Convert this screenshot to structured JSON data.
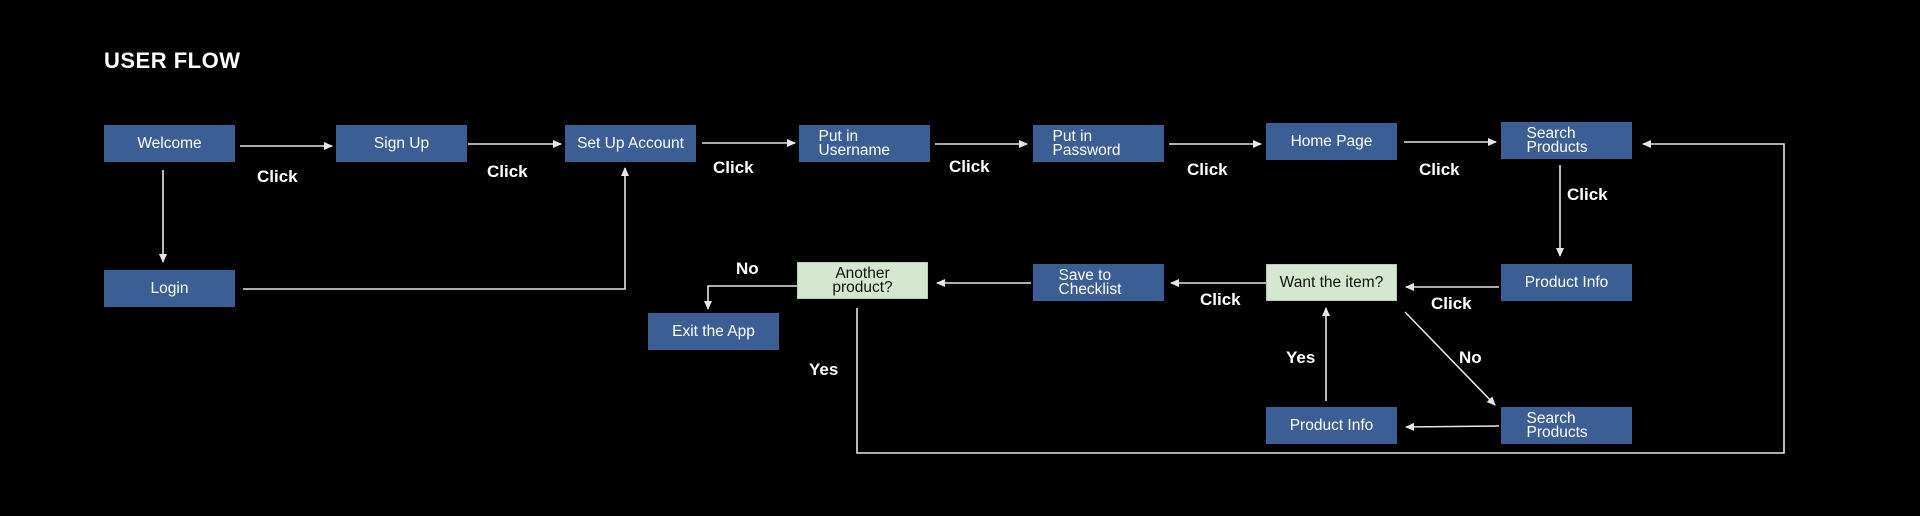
{
  "title": "USER FLOW",
  "colors": {
    "background": "#000000",
    "process": "#3b5f95",
    "decision": "#d6e7d1",
    "line": "#e6e6e6"
  },
  "nodes": {
    "welcome": "Welcome",
    "login": "Login",
    "sign_up": "Sign Up",
    "set_up_account": "Set Up Account",
    "put_in_username": "Put in Username",
    "put_in_password": "Put in Password",
    "home_page": "Home Page",
    "search_products_top": "Search Products",
    "product_info_right": "Product Info",
    "want_the_item": "Want the item?",
    "save_to_checklist": "Save to Checklist",
    "another_product": "Another product?",
    "exit_the_app": "Exit the App",
    "search_products_bottom": "Search Products",
    "product_info_bottom": "Product Info"
  },
  "labels": {
    "click_1": "Click",
    "click_2": "Click",
    "click_3": "Click",
    "click_4": "Click",
    "click_5": "Click",
    "click_6": "Click",
    "click_7": "Click",
    "click_8": "Click",
    "click_9": "Click",
    "no_exit": "No",
    "yes_another": "Yes",
    "no_want": "No",
    "yes_want": "Yes"
  }
}
